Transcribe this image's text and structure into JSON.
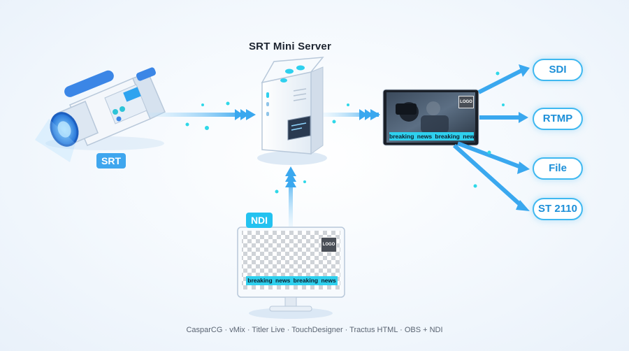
{
  "title": "SRT Mini Server",
  "input_tags": {
    "srt": "SRT",
    "ndi": "NDI"
  },
  "outputs": [
    "SDI",
    "RTMP",
    "File",
    "ST 2110"
  ],
  "program_monitor": {
    "ticker": "breaking news  breaking news",
    "logo": "LOGO"
  },
  "graphics_monitor": {
    "ticker": "breaking news  breaking news",
    "logo": "LOGO"
  },
  "footer": "CasparCG · vMix · Titler Live · TouchDesigner · Tractus HTML · OBS + NDI",
  "colors": {
    "accent": "#3fb8f0",
    "arrow": "#3aa8ef",
    "tag_srt": "#3fa6ee",
    "tag_ndi": "#23c2f0",
    "ticker": "#2fd0ee"
  },
  "icons": [
    "video-camera-icon",
    "server-icon",
    "monitor-icon",
    "arrow-icon"
  ]
}
